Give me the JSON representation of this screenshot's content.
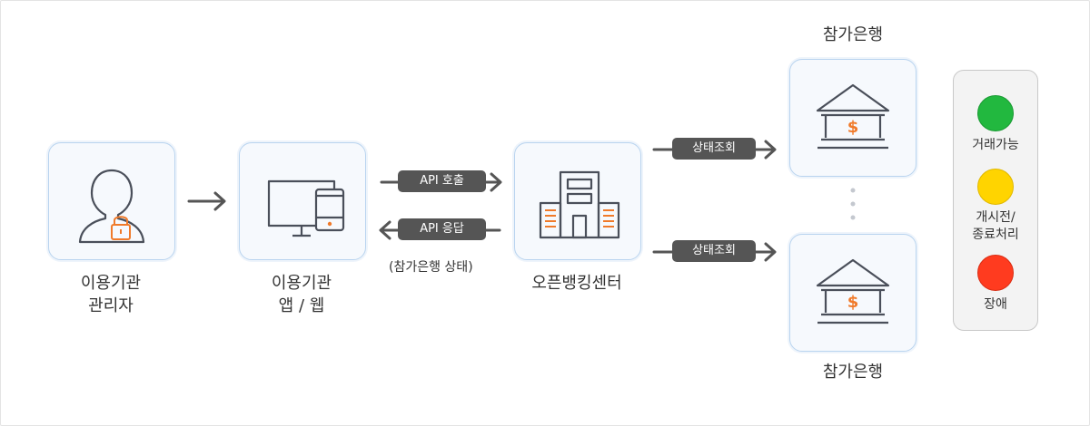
{
  "nodes": {
    "admin": {
      "label_line1": "이용기관",
      "label_line2": "관리자"
    },
    "app": {
      "label_line1": "이용기관",
      "label_line2": "앱 / 웹"
    },
    "center": {
      "label": "오픈뱅킹센터"
    },
    "bank_top": {
      "label": "참가은행"
    },
    "bank_bottom": {
      "label": "참가은행"
    }
  },
  "arrows": {
    "api_call": "API 호출",
    "api_response": "API 응답",
    "response_note": "(참가은행 상태)",
    "status_query_top": "상태조회",
    "status_query_bottom": "상태조회"
  },
  "legend": {
    "items": [
      {
        "label_line1": "거래가능",
        "label_line2": "",
        "color": "#22b83f"
      },
      {
        "label_line1": "개시전/",
        "label_line2": "종료처리",
        "color": "#ffd400"
      },
      {
        "label_line1": "장애",
        "label_line2": "",
        "color": "#ff3b1f"
      }
    ]
  },
  "colors": {
    "icon_stroke": "#4a4f5a",
    "accent": "#f07a2a",
    "arrow": "#555555",
    "node_border": "#b9d4ef"
  },
  "icons": [
    "user-lock-icon",
    "monitor-tablet-icon",
    "building-icon",
    "bank-icon"
  ]
}
